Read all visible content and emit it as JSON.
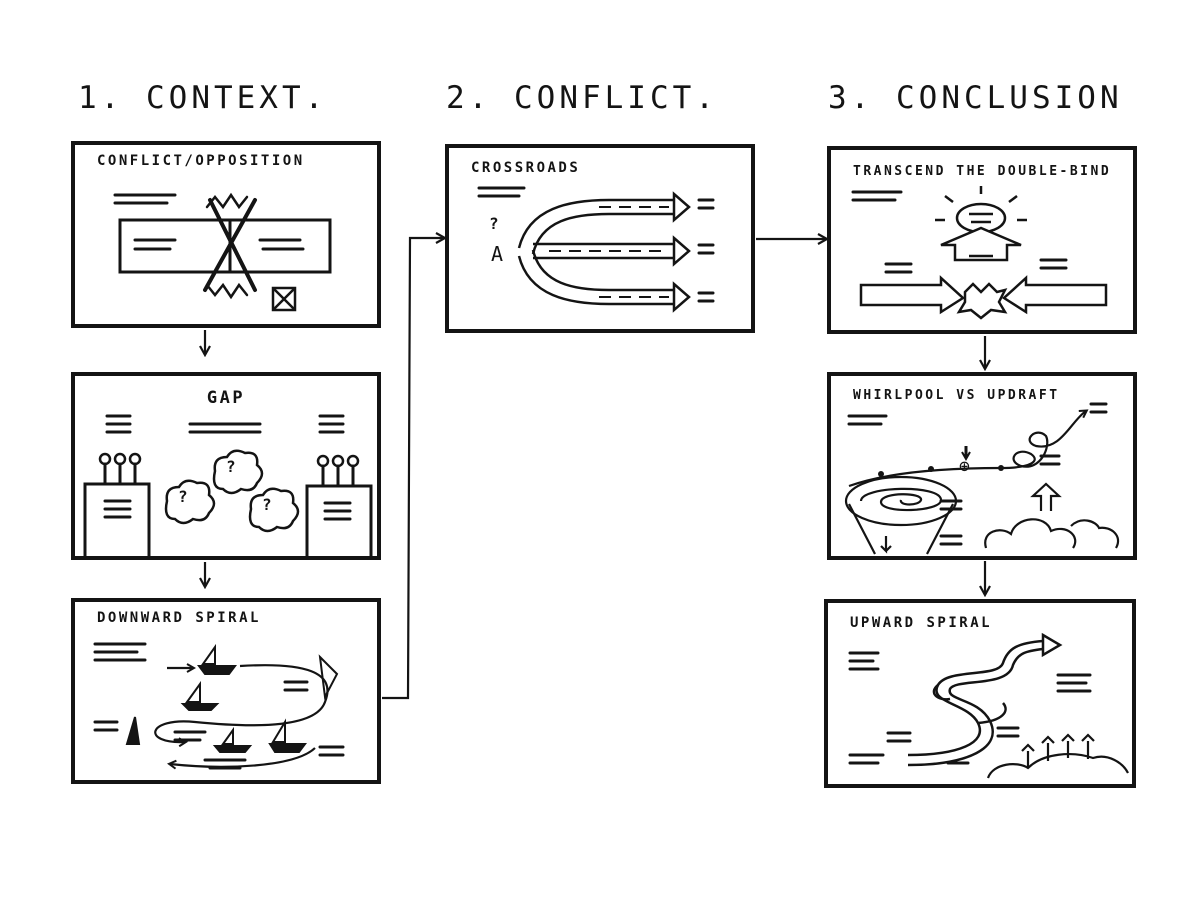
{
  "columns": [
    {
      "label": "1. CONTEXT."
    },
    {
      "label": "2. CONFLICT."
    },
    {
      "label": "3. CONCLUSION"
    }
  ],
  "panels": {
    "conflict_opposition": {
      "title": "CONFLICT/OPPOSITION"
    },
    "gap": {
      "title": "GAP"
    },
    "downward_spiral": {
      "title": "DOWNWARD SPIRAL"
    },
    "crossroads": {
      "title": "CROSSROADS"
    },
    "transcend": {
      "title": "TRANSCEND THE DOUBLE-BIND"
    },
    "whirlpool": {
      "title": "WHIRLPOOL VS UPDRAFT"
    },
    "upward_spiral": {
      "title": "UPWARD SPIRAL"
    }
  },
  "glyphs": {
    "question": "?",
    "figure": "A",
    "plus": "⊕"
  },
  "colors": {
    "ink": "#141414",
    "paper": "#ffffff"
  }
}
